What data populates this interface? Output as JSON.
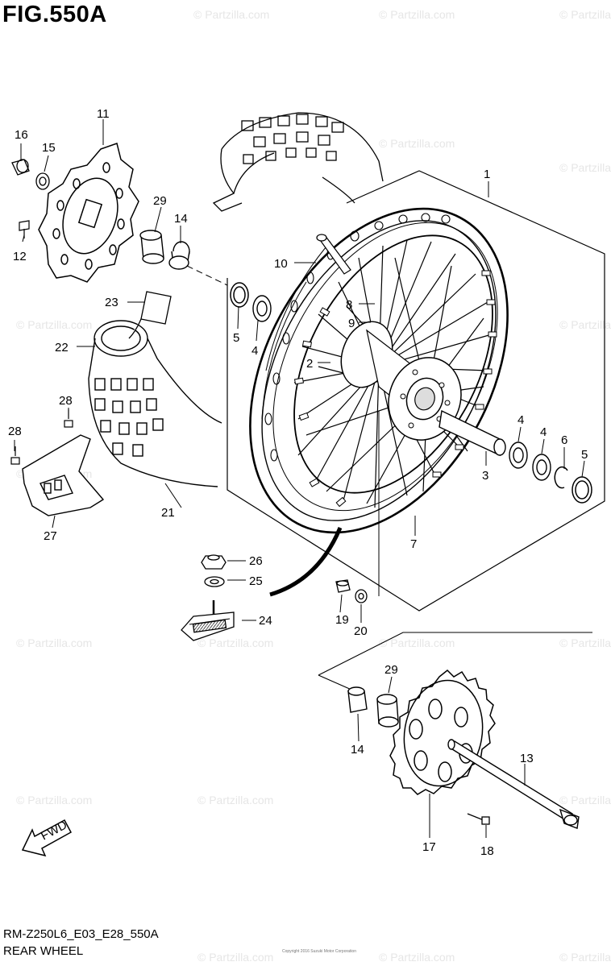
{
  "figure": {
    "title": "FIG.550A",
    "code": "RM-Z250L6_E03_E28_550A",
    "caption": "REAR WHEEL",
    "fine_print": "Copyright 2016 Suzuki Motor Corporation",
    "fwd_label": "FWD"
  },
  "watermark": "© Partzilla.com",
  "callouts": [
    {
      "id": "1",
      "label": "1"
    },
    {
      "id": "2",
      "label": "2"
    },
    {
      "id": "3",
      "label": "3"
    },
    {
      "id": "4a",
      "label": "4"
    },
    {
      "id": "4b",
      "label": "4"
    },
    {
      "id": "4c",
      "label": "4"
    },
    {
      "id": "5a",
      "label": "5"
    },
    {
      "id": "5b",
      "label": "5"
    },
    {
      "id": "6",
      "label": "6"
    },
    {
      "id": "7",
      "label": "7"
    },
    {
      "id": "8",
      "label": "8"
    },
    {
      "id": "9",
      "label": "9"
    },
    {
      "id": "10",
      "label": "10"
    },
    {
      "id": "11",
      "label": "11"
    },
    {
      "id": "12",
      "label": "12"
    },
    {
      "id": "13",
      "label": "13"
    },
    {
      "id": "14a",
      "label": "14"
    },
    {
      "id": "14b",
      "label": "14"
    },
    {
      "id": "15",
      "label": "15"
    },
    {
      "id": "16",
      "label": "16"
    },
    {
      "id": "17",
      "label": "17"
    },
    {
      "id": "18",
      "label": "18"
    },
    {
      "id": "19",
      "label": "19"
    },
    {
      "id": "20",
      "label": "20"
    },
    {
      "id": "21",
      "label": "21"
    },
    {
      "id": "22",
      "label": "22"
    },
    {
      "id": "23",
      "label": "23"
    },
    {
      "id": "24",
      "label": "24"
    },
    {
      "id": "25",
      "label": "25"
    },
    {
      "id": "26",
      "label": "26"
    },
    {
      "id": "27",
      "label": "27"
    },
    {
      "id": "28a",
      "label": "28"
    },
    {
      "id": "28b",
      "label": "28"
    },
    {
      "id": "29a",
      "label": "29"
    },
    {
      "id": "29b",
      "label": "29"
    }
  ]
}
